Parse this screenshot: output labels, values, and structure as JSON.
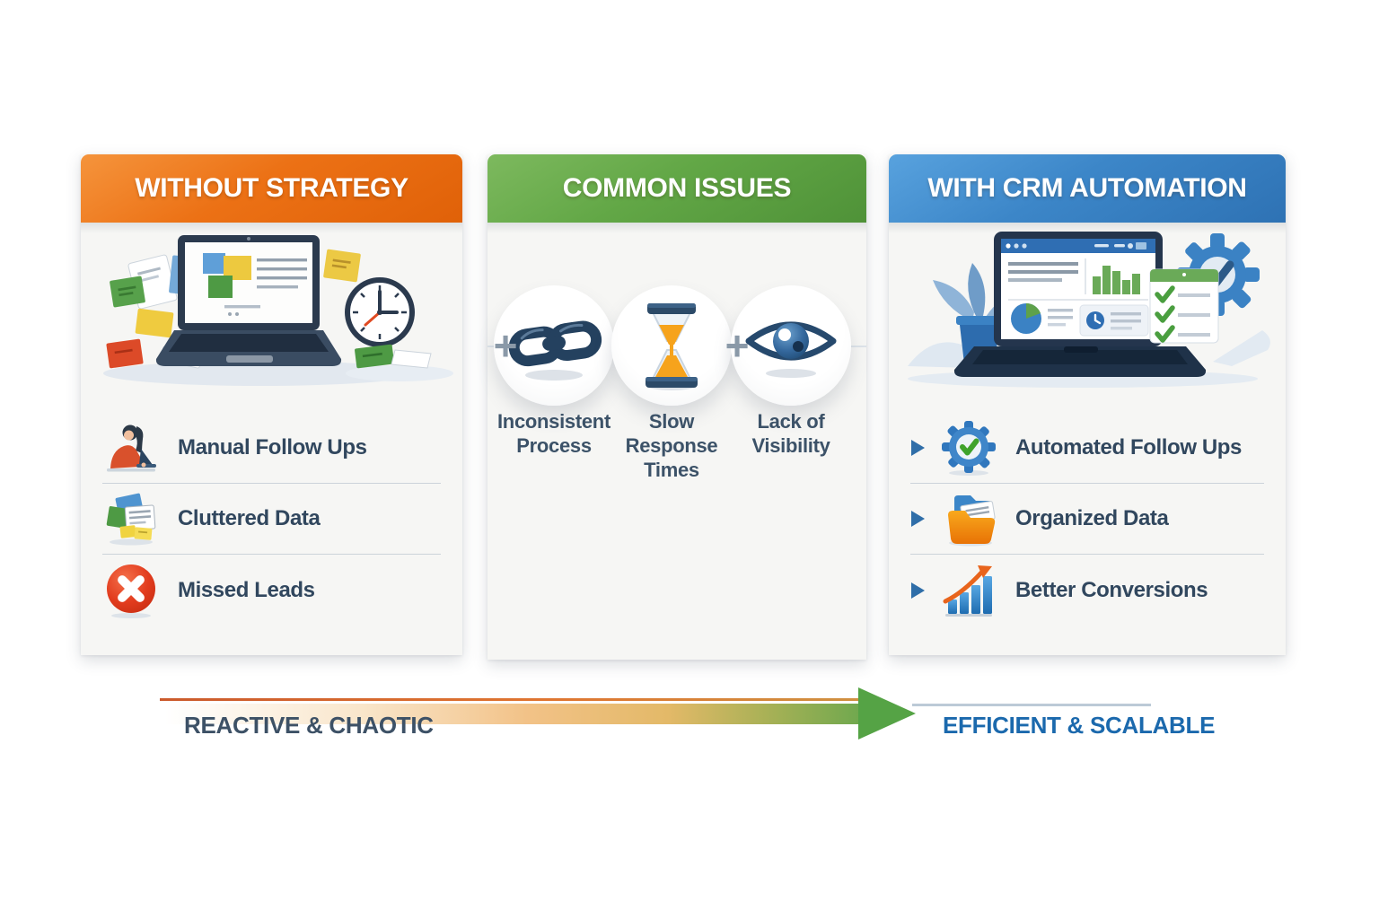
{
  "panels": [
    {
      "title": "WITHOUT STRATEGY",
      "header_color": "#ec7115",
      "illustration": "cluttered-laptop-with-sticky-notes-and-clock",
      "items": [
        {
          "label": "Manual Follow Ups",
          "icon": "person-working-icon"
        },
        {
          "label": "Cluttered Data",
          "icon": "cluttered-papers-icon"
        },
        {
          "label": "Missed Leads",
          "icon": "missed-leads-x-icon"
        }
      ]
    },
    {
      "title": "COMMON ISSUES",
      "header_color": "#62a746",
      "plus_sign": "+",
      "issues": [
        {
          "label": "Inconsistent Process",
          "icon": "chain-link-icon"
        },
        {
          "label": "Slow Response Times",
          "icon": "hourglass-icon"
        },
        {
          "label": "Lack of Visibility",
          "icon": "eye-icon"
        }
      ]
    },
    {
      "title": "WITH CRM AUTOMATION",
      "header_color": "#3c86c8",
      "illustration": "crm-dashboard-laptop-with-checklist-and-gear",
      "items": [
        {
          "label": "Automated Follow Ups",
          "icon": "gear-check-icon"
        },
        {
          "label": "Organized Data",
          "icon": "folder-icon"
        },
        {
          "label": "Better Conversions",
          "icon": "growth-chart-icon"
        }
      ]
    }
  ],
  "footer": {
    "left_label": "REACTIVE & CHAOTIC",
    "right_label": "EFFICIENT & SCALABLE",
    "left_color": "#3d5166",
    "right_color": "#1b69ad",
    "arrow_colors": [
      "#df7531",
      "#cf9040",
      "#55a345"
    ]
  }
}
